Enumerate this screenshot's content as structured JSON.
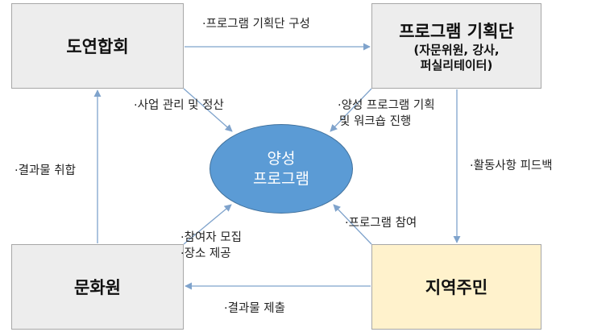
{
  "nodes": {
    "dohyeop": {
      "title": "도연합회"
    },
    "planning": {
      "title": "프로그램 기획단",
      "subtitle_line1": "(자문위원, 강사,",
      "subtitle_line2": "퍼실리테이터)"
    },
    "munhwa": {
      "title": "문화원"
    },
    "jiyeok": {
      "title": "지역주민"
    },
    "center": {
      "line1": "양성",
      "line2": "프로그램"
    }
  },
  "edges": {
    "dohyeop_to_planning": "·프로그램 기획단 구성",
    "dohyeop_to_center": "·사업 관리 및 정산",
    "planning_to_center_line1": "·양성 프로그램 기획",
    "planning_to_center_line2": "및 워크숍 진행",
    "planning_to_jiyeok": "·활동사항 피드백",
    "munhwa_to_dohyeop": "·결과물 취합",
    "munhwa_to_center_line1": "·참여자 모집",
    "munhwa_to_center_line2": "·장소 제공",
    "jiyeok_to_center": "·프로그램 참여",
    "jiyeok_to_munhwa": "·결과물 제출"
  },
  "colors": {
    "box_gray": "#ededed",
    "box_yellow": "#fff2cc",
    "ellipse_fill": "#5b9bd5",
    "arrow": "#7fa3cc"
  }
}
